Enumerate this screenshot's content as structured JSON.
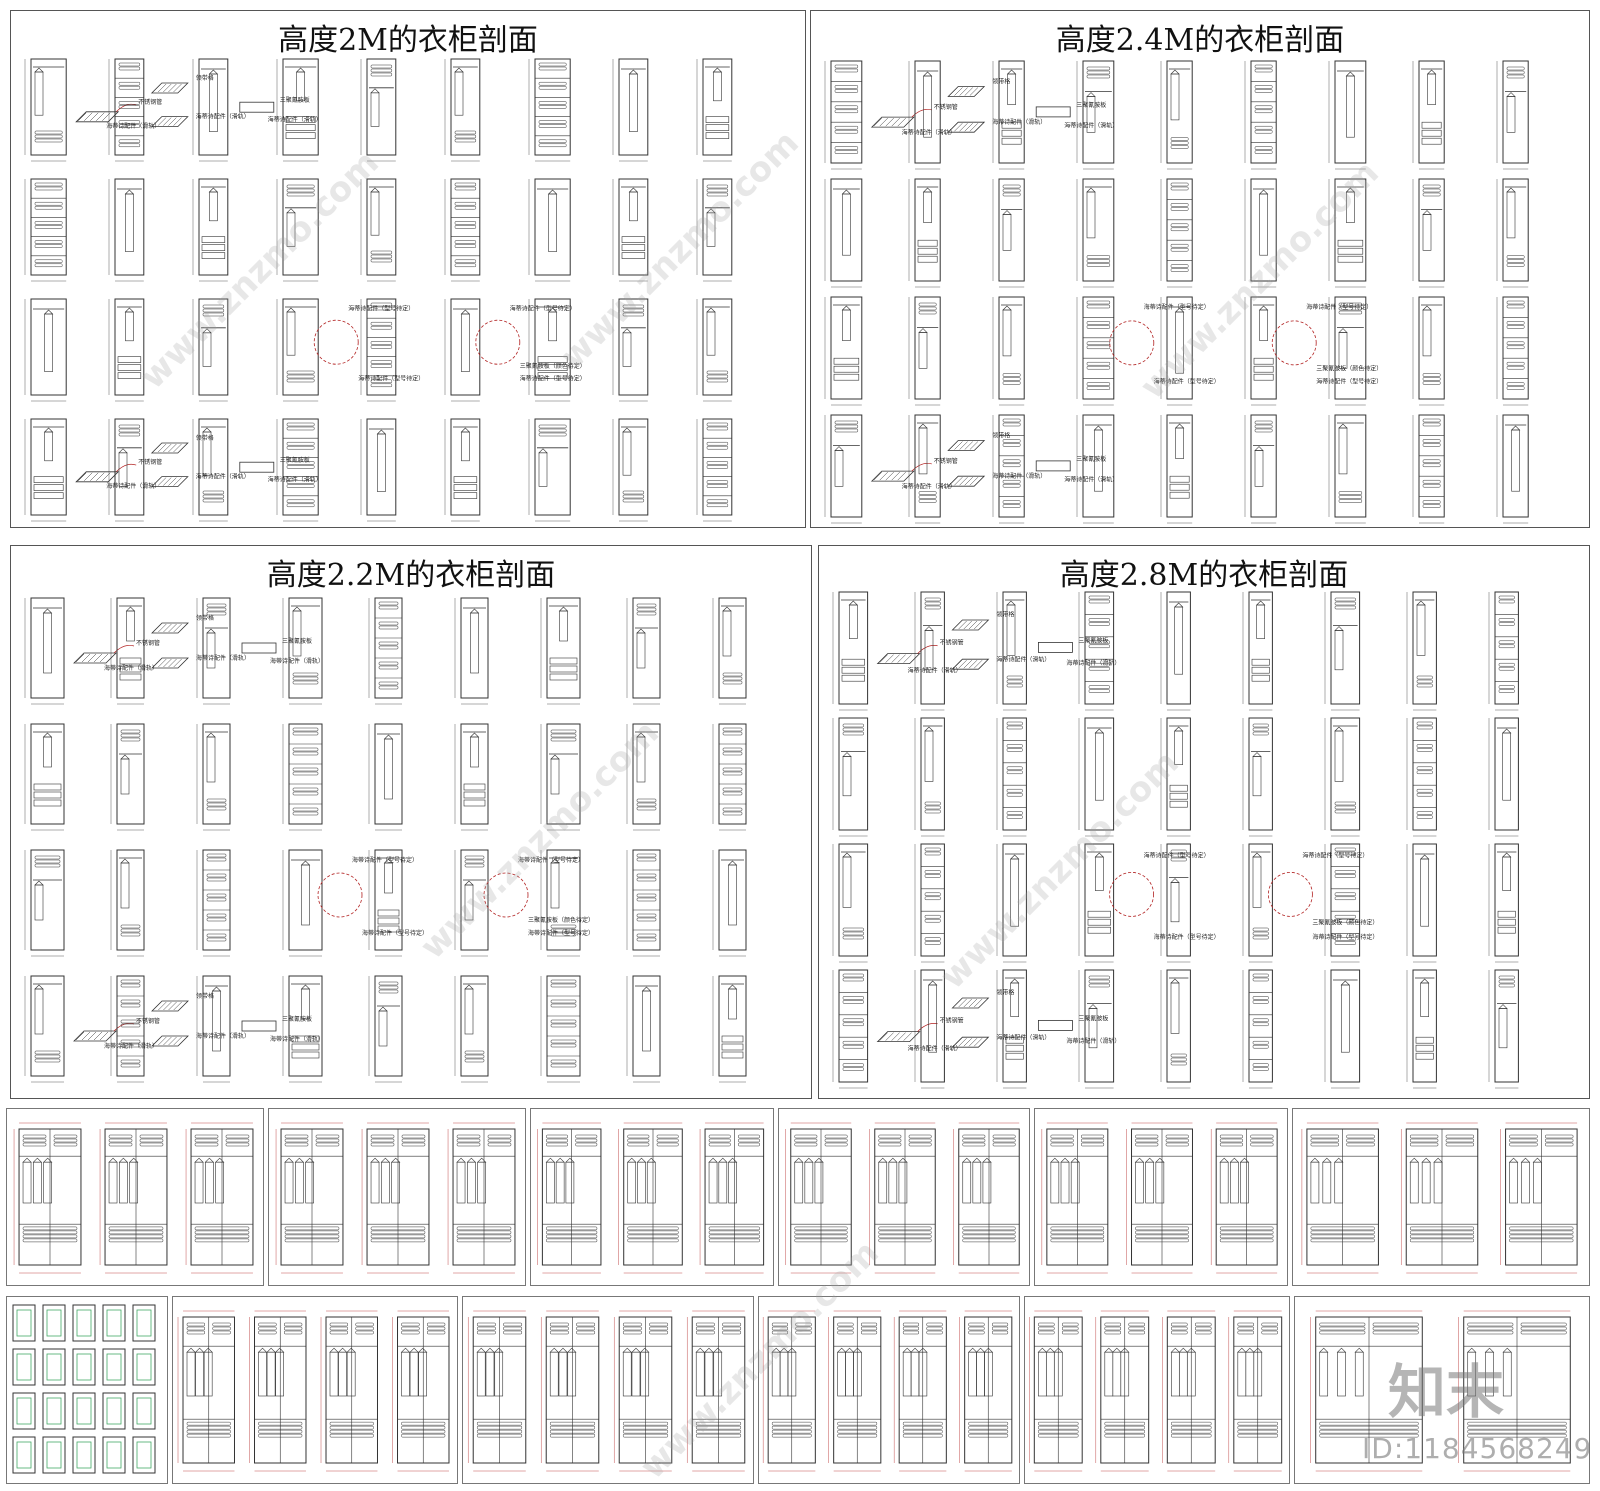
{
  "panels": [
    {
      "title": "高度2M的衣柜剖面"
    },
    {
      "title": "高度2.4M的衣柜剖面"
    },
    {
      "title": "高度2.2M的衣柜剖面"
    },
    {
      "title": "高度2.8M的衣柜剖面"
    }
  ],
  "annotations": {
    "steel_pipe": "不锈钢管",
    "hettich_rail": "海蒂诗配件（滑轨）",
    "tie_rack": "领带格",
    "drawer_panel": "三聚氰胺板",
    "hettich_tbd": "海蒂诗配件（型号待定）",
    "color_tbd": "三聚氰胺板（颜色待定）"
  },
  "watermark": {
    "text": "www.znzmo.com",
    "logo": "知末",
    "id": "ID:1184568249"
  },
  "colors": {
    "line": "#333333",
    "accent_red": "#b22222",
    "border": "#555555"
  }
}
